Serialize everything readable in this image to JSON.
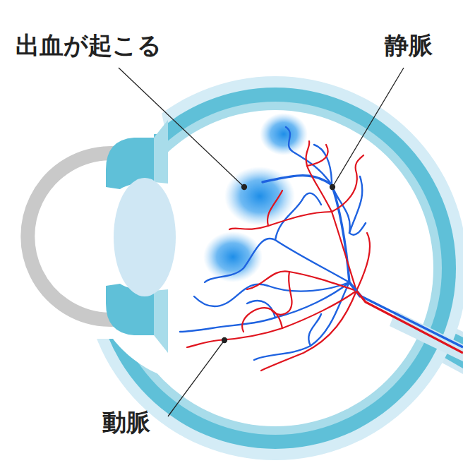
{
  "diagram": {
    "labels": [
      "出血が起こる",
      "静脈",
      "動脈"
    ]
  }
}
